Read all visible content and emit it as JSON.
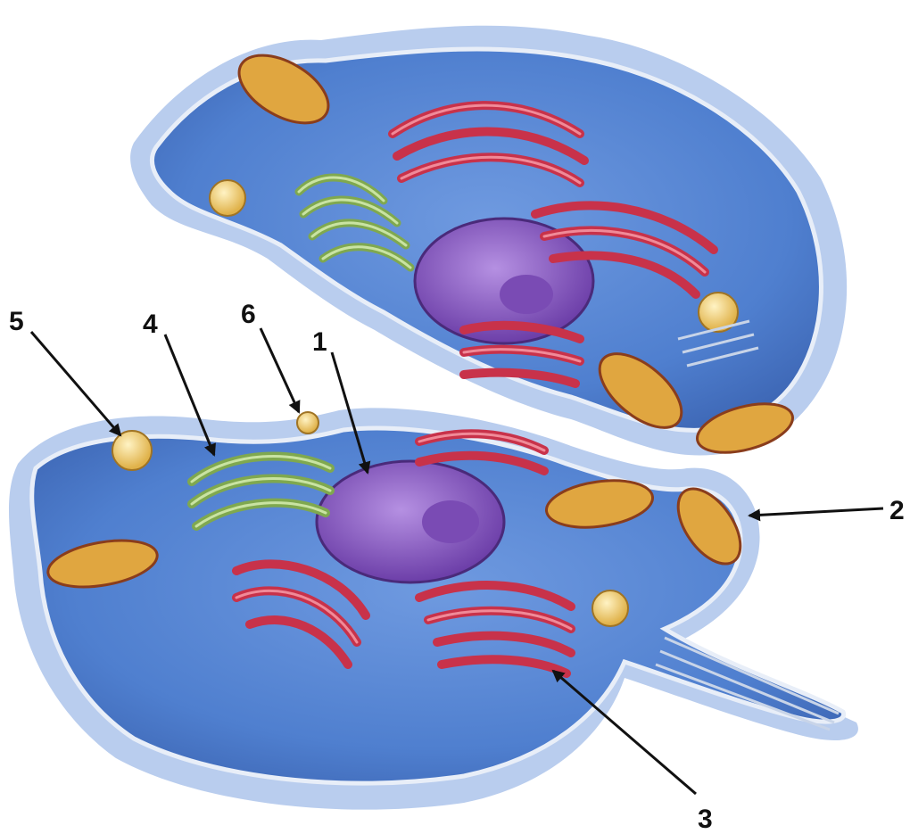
{
  "labels": [
    {
      "id": "1",
      "text": "1"
    },
    {
      "id": "2",
      "text": "2"
    },
    {
      "id": "3",
      "text": "3"
    },
    {
      "id": "4",
      "text": "4"
    },
    {
      "id": "5",
      "text": "5"
    },
    {
      "id": "6",
      "text": "6"
    }
  ],
  "colors": {
    "cytoplasm": "#4f7fcf",
    "cytoplasm_light": "#a9c3ec",
    "membrane": "#e8eef8",
    "nucleus": "#8a5bc4",
    "rough_er": "#c8324a",
    "golgi": "#9cc36a",
    "mitochondria": "#e0a640",
    "lysosome": "#f2d27a",
    "arrow": "#111111"
  }
}
